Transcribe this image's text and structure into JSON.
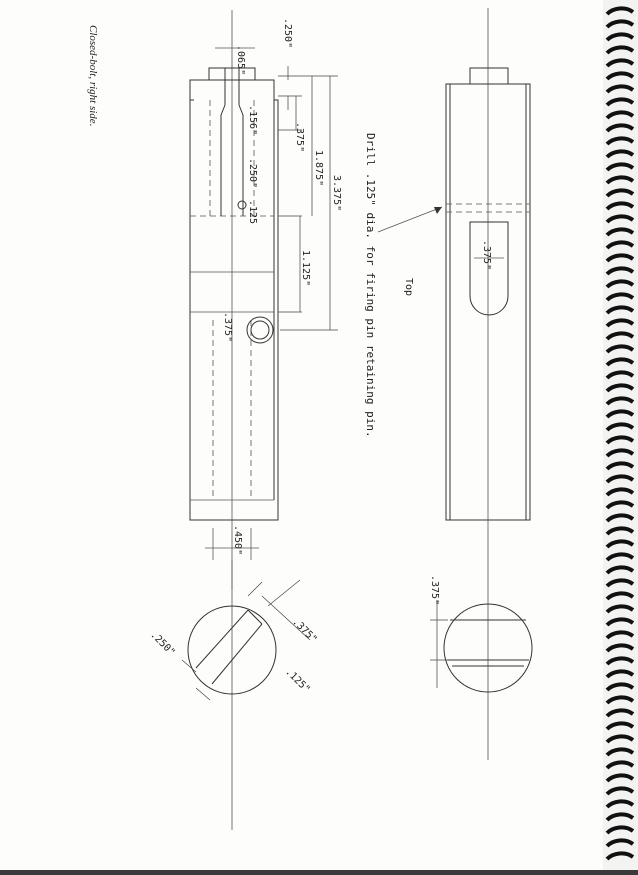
{
  "caption": "Closed-bolt, right side.",
  "view_label": "Top",
  "drill_note": "Drill .125\" dia. for firing pin retaining pin.",
  "dimensions": {
    "d065": ".065\"",
    "d250_top": ".250\"",
    "d156": ".156\"",
    "d375_slot": ".375\"",
    "d1875": "1.875\"",
    "d3375": "3.375\"",
    "d250_mid": ".250\"",
    "d125": ".125",
    "d1125": "1.125\"",
    "d375_hole": ".375\"",
    "d450": ".450\"",
    "d375_top": ".375\"",
    "d375_endview": ".375\"",
    "d250_circle": ".250\"",
    "d375_circle": ".375\"",
    "d125_circle": ".125\""
  }
}
